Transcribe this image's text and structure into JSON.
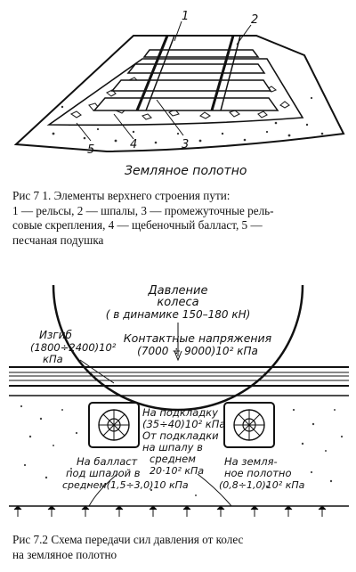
{
  "figure1": {
    "callouts": [
      "1",
      "2",
      "3",
      "4",
      "5"
    ],
    "bottom_label": "Земляное полотно",
    "caption": {
      "number": "Рис 7 1.",
      "title": "Элементы верхнего строения пути:",
      "line2": "1 — рельсы, 2 — шпалы, 3 — промежуточные рель-",
      "line3": "совые скрепления, 4 — щебеночный балласт, 5 —",
      "line4": "песчаная подушка"
    }
  },
  "figure2": {
    "wheel_label_1": "Давление",
    "wheel_label_2": "колеса",
    "wheel_label_3": "( в динамике 150–180 кН)",
    "contact_label_1": "Контактные напряжения",
    "contact_label_2": "(7000 ÷ 9000)10² кПа",
    "bend_label_1": "Изгиб",
    "bend_label_2": "(1800÷2400)10²",
    "bend_label_3": "кПа",
    "pad_label_1": "На подкладку",
    "pad_label_2": "(35÷40)10² кПа",
    "pad_label_3": "От подкладки",
    "pad_label_4": "на шпалу в",
    "pad_label_5": "среднем",
    "pad_label_6": "20·10² кПа",
    "ballast_label_1": "На балласт",
    "ballast_label_2": "под шпалой в",
    "ballast_label_3": "среднем(1,5÷3,0)10 кПа",
    "earth_label_1": "На земля-",
    "earth_label_2": "ное полотно",
    "earth_label_3": "(0,8÷1,0)10² кПа",
    "caption_line1": "Рис 7.2 Схема передачи сил давления от колес",
    "caption_line2": "на земляное полотно"
  }
}
